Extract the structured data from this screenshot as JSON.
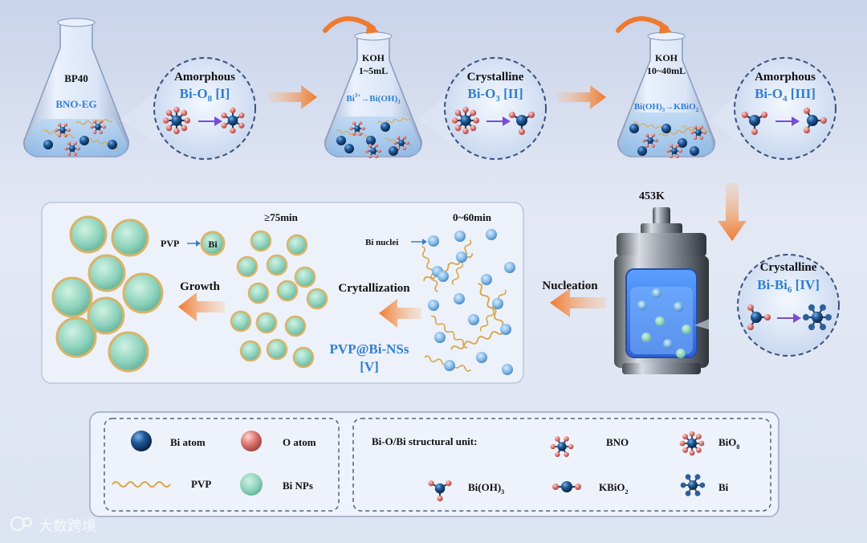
{
  "stage1": {
    "flask_label": "BP40",
    "solution_label": "BNO-EG",
    "state": "Amorphous",
    "unit": "Bi-O",
    "unit_sub": "8",
    "unit_idx": "[I]"
  },
  "stage2": {
    "reagent": "KOH",
    "volume": "1~5mL",
    "reaction_a": "Bi",
    "reaction_sup": "3+",
    "reaction_b": "→Bi(OH)",
    "reaction_sub": "3",
    "state": "Crystalline",
    "unit": "Bi-O",
    "unit_sub": "3",
    "unit_idx": "[II]"
  },
  "stage3": {
    "reagent": "KOH",
    "volume": "10~40mL",
    "reaction_a": "Bi(OH)",
    "reaction_sub1": "3",
    "reaction_b": "→KBiO",
    "reaction_sub2": "2",
    "state": "Amorphous",
    "unit": "Bi-O",
    "unit_sub": "4",
    "unit_idx": "[III]"
  },
  "stage4": {
    "temperature": "453K",
    "state": "Crystalline",
    "unit": "Bi-Bi",
    "unit_sub": "6",
    "unit_idx": "[IV]"
  },
  "process": {
    "nucleation": "Nucleation",
    "crystallization": "Crytallization",
    "growth": "Growth",
    "time1": "0~60min",
    "time2": "≥75min",
    "bi_nuclei": "Bi nuclei",
    "pvp": "PVP",
    "bi": "Bi",
    "product": "PVP@Bi-NSs",
    "product_idx": "[V]"
  },
  "legend": {
    "bi_atom": "Bi atom",
    "o_atom": "O atom",
    "pvp": "PVP",
    "bi_nps": "Bi NPs",
    "structural_title": "Bi-O/Bi  structural  unit:",
    "bno": "BNO",
    "bio8": "BiO",
    "bio8_sub": "8",
    "bioh3": "Bi(OH)",
    "bioh3_sub": "3",
    "kbio2": "KBiO",
    "kbio2_sub": "2",
    "bi": "Bi"
  },
  "watermark": "大数跨境",
  "colors": {
    "accent_blue": "#2f7fd0",
    "arrow_orange": "#ef7a2e",
    "bi_atom": "#1d4d86",
    "o_atom": "#e07d78",
    "np": "#8fd3bd"
  }
}
